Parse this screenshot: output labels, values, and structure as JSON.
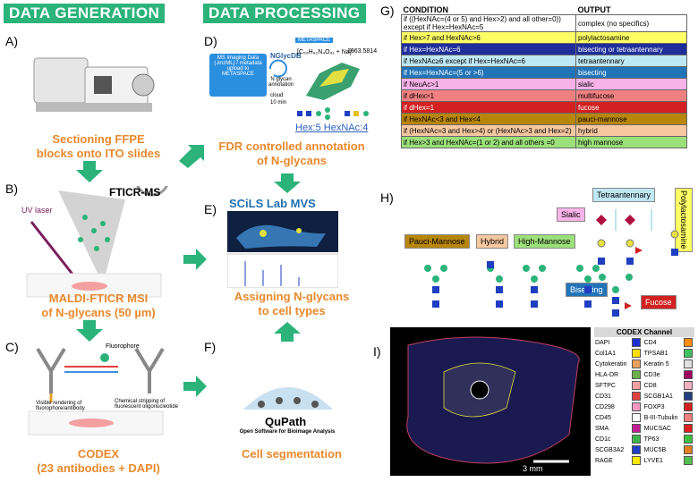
{
  "banners": {
    "gen": "DATA GENERATION",
    "proc": "DATA PROCESSING"
  },
  "panels": {
    "a": "A)",
    "b": "B)",
    "c": "C)",
    "d": "D)",
    "e": "E)",
    "f": "F)",
    "g": "G)",
    "h": "H)",
    "i": "I)"
  },
  "captions": {
    "a1": "Sectioning FFPE",
    "a2": "blocks onto ITO slides",
    "b1": "MALDI-FTICR MSI",
    "b2": "of N-glycans (50 µm)",
    "c1": "CODEX",
    "c2": "(23 antibodies + DAPI)",
    "d1": "FDR controlled annotation",
    "d2": "of N-glycans",
    "e1": "Assigning N-glycans",
    "e2": "to cell types",
    "f1": "Cell segmentation"
  },
  "b_labels": {
    "ftms": "FTICR-MS",
    "uv": "UV laser"
  },
  "c_labels": {
    "fluor": "Fluorophore",
    "vis": "Visible rendering of fluorophore/antibody",
    "chem": "Chemical stripping of fluorescent oligonucleotide"
  },
  "d_labels": {
    "box": "MS Imaging Data (.imzML) / metadata upload to METASPACE",
    "ngly": "NGlycDB",
    "ann": "N glycan annotation",
    "cloud": "cloud",
    "time": "10 min",
    "metaspace": "METASPACE",
    "formula": "[C₅₆H₉₂N₄O₄₁ + Na]⁺",
    "mz": "1663.5814",
    "hex": "Hex:5 HexNAc:4"
  },
  "e_labels": {
    "scils": "SCiLS Lab MVS"
  },
  "f_labels": {
    "qupath": "QuPath",
    "sub": "Open Software for Bioimage Analysis"
  },
  "table": {
    "head": [
      "CONDITION",
      "OUTPUT"
    ],
    "rows": [
      {
        "c": "if ((HexNAc=(4 or 5) and Hex>2) and all other=0)) except if Hex=HexNAc=5",
        "o": "complex (no specifics)",
        "bg": "#ffffff",
        "fg": "#000000"
      },
      {
        "c": "if Hex>7 and HexNAc>6",
        "o": "polylactosamine",
        "bg": "#ffff66",
        "fg": "#000000"
      },
      {
        "c": "if Hex=HexNAc=6",
        "o": "bisecting or tetraantennary",
        "bg": "#1f2e9a",
        "fg": "#ffffff"
      },
      {
        "c": "if HexNAc≥6  except if Hex=HexNAc=6",
        "o": "tetraantennary",
        "bg": "#bfe8f5",
        "fg": "#000000"
      },
      {
        "c": "if Hex=HexNAc=(5 or >6)",
        "o": "bisecting",
        "bg": "#2274b8",
        "fg": "#ffffff"
      },
      {
        "c": "if NeuAc>1",
        "o": "sialic",
        "bg": "#f7b2e8",
        "fg": "#000000"
      },
      {
        "c": "if dHex>1",
        "o": "multifucose",
        "bg": "#f08080",
        "fg": "#000000"
      },
      {
        "c": "if dHex=1",
        "o": "fucose",
        "bg": "#d32020",
        "fg": "#ffffff"
      },
      {
        "c": "if HexNAc<3 and Hex<4",
        "o": "pauci-mannose",
        "bg": "#b8860b",
        "fg": "#000000"
      },
      {
        "c": "if (HexNAc=3 and Hex>4) or (HexNAc>3 and Hex=2)",
        "o": "hybrid",
        "bg": "#f7c8a0",
        "fg": "#000000"
      },
      {
        "c": "if Hex>3 and HexNAc=(1 or 2) and all others =0",
        "o": "high mannose",
        "bg": "#9be07a",
        "fg": "#000000"
      }
    ]
  },
  "h_labels": {
    "pauci": "Pauci-Mannose",
    "hybrid": "Hybrid",
    "high": "High-Mannose",
    "tetra": "Tetraantennary",
    "sialic": "Sialic",
    "poly": "Polylactosamine",
    "bisect": "Bisecting",
    "fucose": "Fucose"
  },
  "scale": "3 mm",
  "codex": {
    "title": "CODEX Channel",
    "left": [
      [
        "DAPI",
        "#1f2ecf"
      ],
      [
        "Col1A1",
        "#ffe000"
      ],
      [
        "Cytokeratin",
        "#e8a060"
      ],
      [
        "HLA-DR",
        "#6ab04c"
      ],
      [
        "SFTPC",
        "#f4a0a0"
      ],
      [
        "CD31",
        "#e04040"
      ],
      [
        "CD298",
        "#f49ac1"
      ],
      [
        "CD45",
        "#ffffff"
      ],
      [
        "SMA",
        "#c02090"
      ],
      [
        "CD1c",
        "#3cb44b"
      ],
      [
        "SCGB3A2",
        "#1f3fc0"
      ],
      [
        "RAGE",
        "#ffe800"
      ]
    ],
    "right": [
      [
        "CD4",
        "#ff8c00"
      ],
      [
        "TPSAB1",
        "#40c060"
      ],
      [
        "Keratin 5",
        "#e0e0e0"
      ],
      [
        "CD3e",
        "#a00060"
      ],
      [
        "CD8",
        "#f4b0c0"
      ],
      [
        "SCGB1A1",
        "#204080"
      ],
      [
        "FOXP3",
        "#d02020"
      ],
      [
        "B-III-Tubulin",
        "#f08080"
      ],
      [
        "MUCSAC",
        "#e02020"
      ],
      [
        "TP63",
        "#40c040"
      ],
      [
        "MUC5B",
        "#e08020"
      ],
      [
        "LYVE1",
        "#50c050"
      ]
    ]
  }
}
